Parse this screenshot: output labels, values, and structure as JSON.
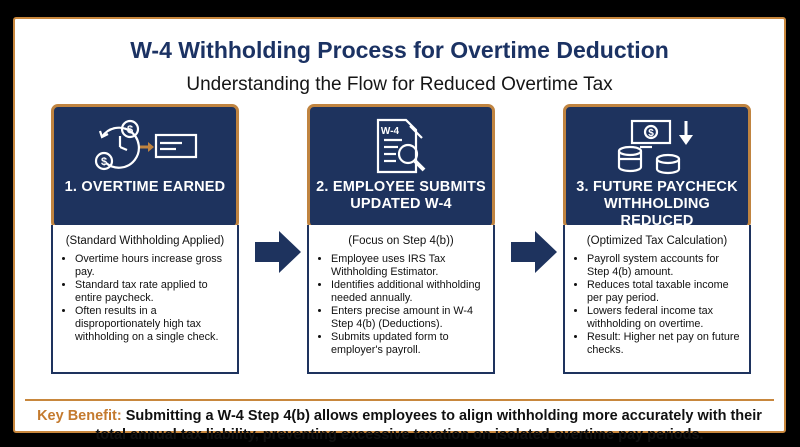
{
  "title": "W-4 Withholding Process for Overtime Deduction",
  "subtitle": "Understanding the Flow for Reduced Overtime Tax",
  "colors": {
    "navy": "#1e335e",
    "accent": "#c08440",
    "title": "#1b3263"
  },
  "steps": [
    {
      "icon": "clock-money-check-icon",
      "label_line1": "1. OVERTIME EARNED",
      "label_line2": "",
      "note": "(Standard Withholding Applied)",
      "bullets": [
        "Overtime hours increase gross pay.",
        "Standard tax rate applied to entire paycheck.",
        "Often results in a disproportionately high tax withholding on a single check."
      ]
    },
    {
      "icon": "w4-form-magnifier-icon",
      "icon_text": "W-4",
      "label_line1": "2. EMPLOYEE SUBMITS",
      "label_line2": "UPDATED W-4",
      "note": "(Focus on Step 4(b))",
      "bullets": [
        "Employee uses IRS Tax Withholding Estimator.",
        "Identifies additional withholding needed annually.",
        "Enters precise amount in W-4 Step 4(b) (Deductions).",
        "Submits updated form to employer's payroll."
      ]
    },
    {
      "icon": "cash-coins-down-arrow-icon",
      "label_line1": "3. FUTURE PAYCHECK",
      "label_line2": "WITHHOLDING REDUCED",
      "note": "(Optimized Tax Calculation)",
      "bullets": [
        "Payroll system accounts for Step 4(b) amount.",
        "Reduces total taxable income per pay period.",
        "Lowers federal income tax withholding on overtime.",
        "Result: Higher net pay on future checks."
      ]
    }
  ],
  "benefit": {
    "key": "Key Benefit:",
    "text": "Submitting a W-4 Step 4(b) allows employees to align withholding more accurately with their total annual tax liability, preventing excessive taxation on isolated overtime pay periods."
  }
}
